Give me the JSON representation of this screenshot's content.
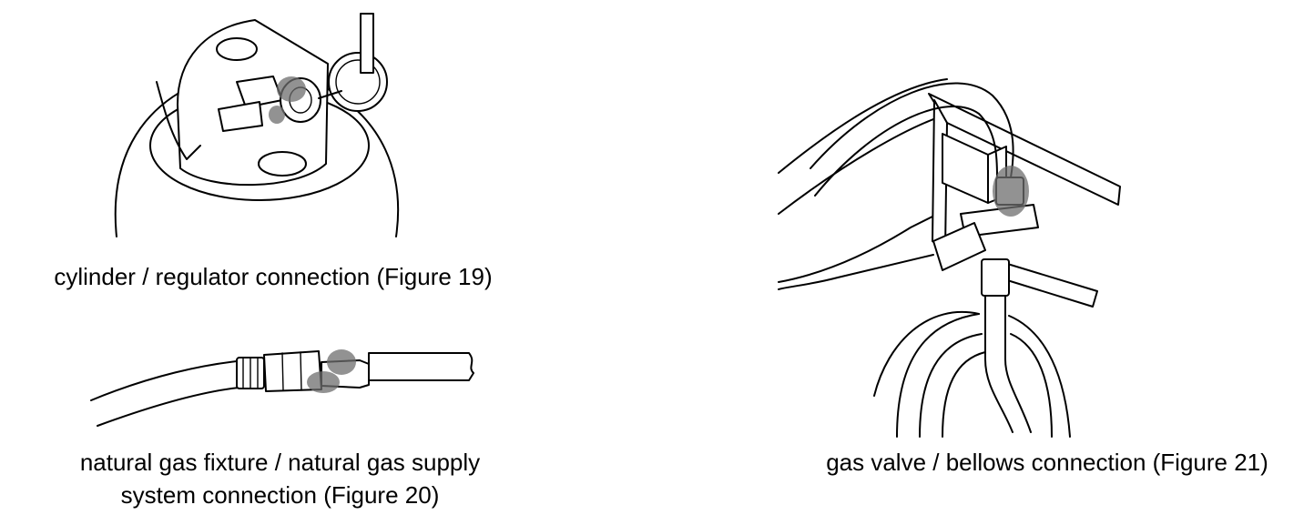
{
  "captions": {
    "cylinder": "cylinder / regulator connection (Figure 19)",
    "natural_gas_line1": "natural gas fixture / natural gas supply",
    "natural_gas_line2": "system connection (Figure 20)",
    "gas_valve": "gas valve / bellows connection (Figure 21)"
  },
  "colors": {
    "line": "#000000",
    "leak_highlight": "#6d6d6d",
    "background": "#ffffff"
  }
}
